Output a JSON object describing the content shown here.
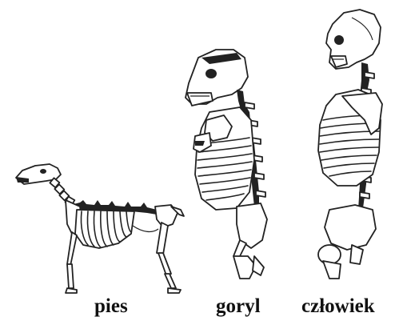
{
  "labels": {
    "dog": "pies",
    "gorilla": "goryl",
    "human": "człowiek"
  }
}
